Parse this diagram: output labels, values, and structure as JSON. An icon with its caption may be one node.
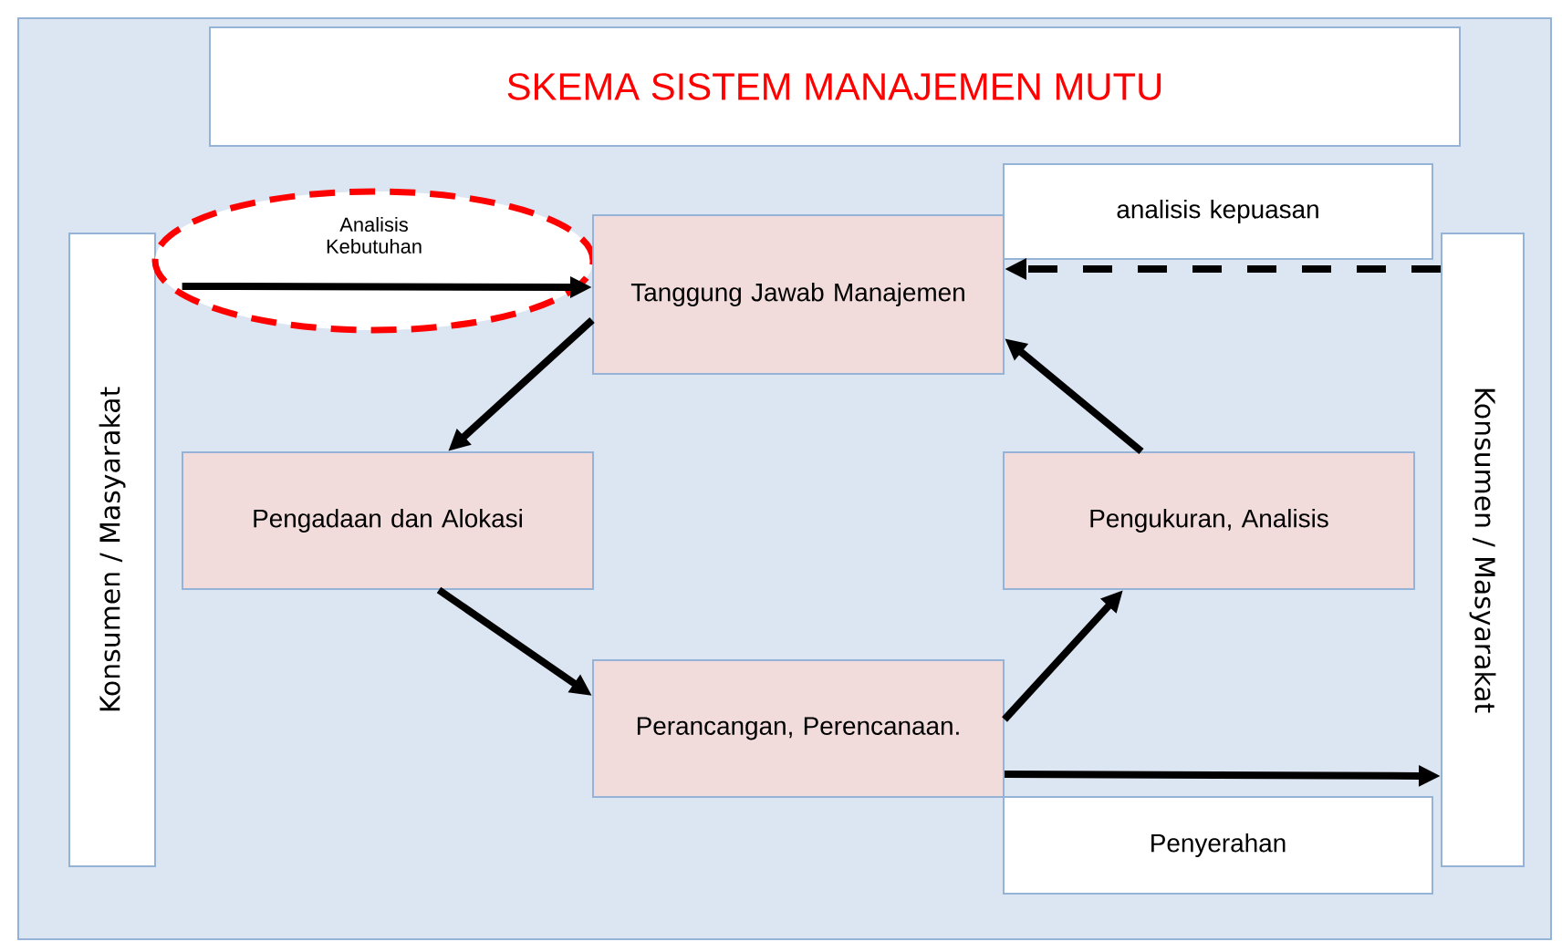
{
  "diagram": {
    "title": "SKEMA SISTEM MANAJEMEN MUTU",
    "nodes": [
      {
        "text": [
          "Konsumen / Masyarakat"
        ]
      },
      {
        "text": [
          "Analisis Kebutuhan"
        ]
      },
      {
        "text": [
          "Tanggung Jawab Manajemen"
        ]
      },
      {
        "text": [
          "analisis kepuasan"
        ]
      },
      {
        "text": [
          "Konsumen / Masyarakat"
        ]
      },
      {
        "text": [
          "Pengadaan dan Alokasi"
        ]
      },
      {
        "text": [
          "Pengukuran, Analisis"
        ]
      },
      {
        "text": [
          "Perancangan, Perencanaan."
        ]
      },
      {
        "text": [
          "Penyerahan"
        ]
      }
    ],
    "edges": [
      {
        "from": 1,
        "to": 2,
        "arrow": "to"
      },
      {
        "from": 2,
        "to": 5,
        "arrow": "to"
      },
      {
        "from": 5,
        "to": 7,
        "arrow": "to"
      },
      {
        "from": 7,
        "to": 6,
        "arrow": "to"
      },
      {
        "from": 6,
        "to": 2,
        "arrow": "to"
      },
      {
        "from": 4,
        "to": 2,
        "arrow": "to",
        "style": "dashed"
      },
      {
        "from": 7,
        "to": 4,
        "arrow": "to"
      }
    ]
  }
}
